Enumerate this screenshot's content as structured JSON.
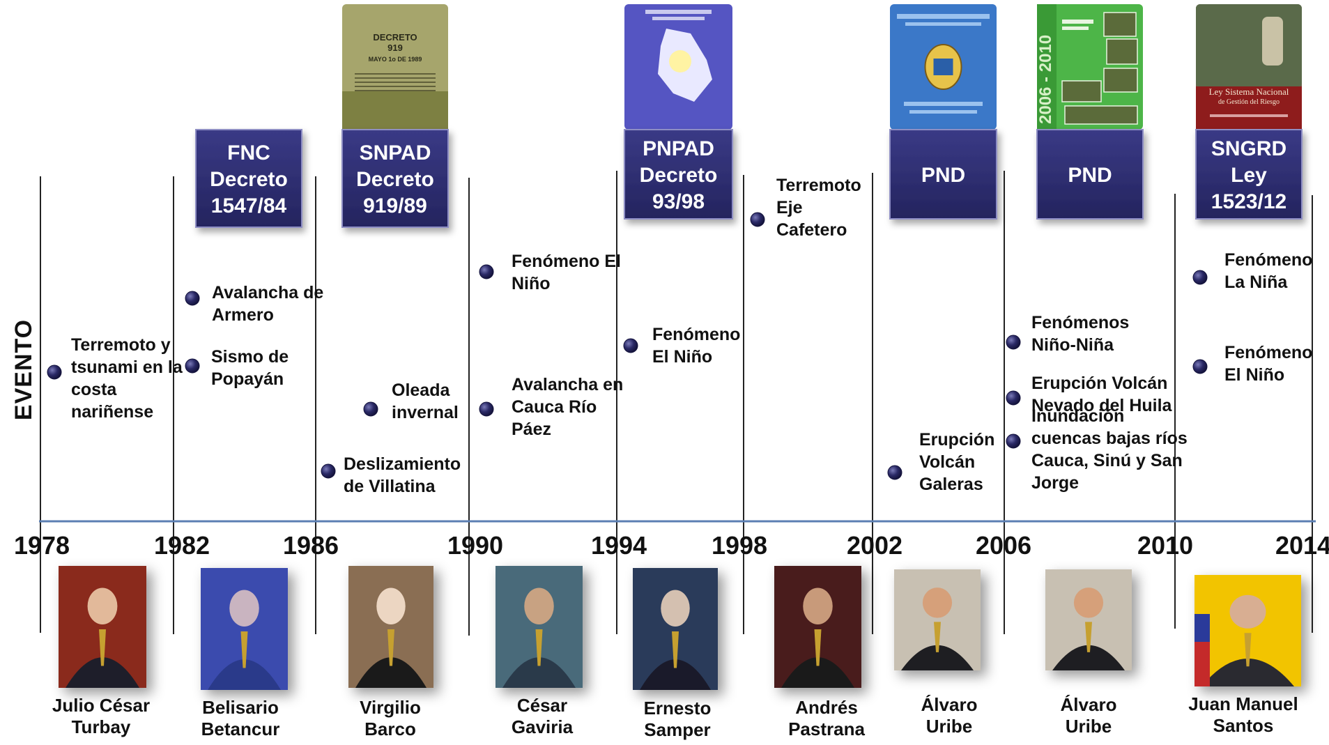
{
  "axis_label": "EVENTO",
  "years": [
    "1978",
    "1982",
    "1986",
    "1990",
    "1994",
    "1998",
    "2002",
    "2006",
    "2010",
    "2014"
  ],
  "colors": {
    "box": "#2b2b6e",
    "box_border": "#8e8ec4",
    "dot": "#26255e",
    "axis": "#5b7fb3",
    "divider": "#222222",
    "text": "#111111"
  },
  "policies": [
    {
      "lines": [
        "FNC",
        "Decreto",
        "1547/84"
      ],
      "cover": null
    },
    {
      "lines": [
        "SNPAD",
        "Decreto",
        "919/89"
      ],
      "cover": {
        "style": "decree",
        "title": [
          "DECRETO",
          "919",
          "MAYO 1o DE 1989"
        ]
      }
    },
    {
      "lines": [
        "PNPAD",
        "Decreto",
        "93/98"
      ],
      "cover": {
        "style": "plan-map"
      }
    },
    {
      "lines": [
        "PND"
      ],
      "cover": {
        "style": "plan-emblem"
      }
    },
    {
      "lines": [
        "PND"
      ],
      "cover": {
        "style": "plan-green",
        "title": [
          "2006 - 2010"
        ]
      }
    },
    {
      "lines": [
        "SNGRD",
        "Ley",
        "1523/12"
      ],
      "cover": {
        "style": "law",
        "title": [
          "Ley Sistema Nacional",
          "de Gestión del Riesgo"
        ]
      }
    }
  ],
  "events": [
    {
      "lines": [
        "Terremoto y",
        "tsunami en la",
        "costa",
        "nariñense"
      ]
    },
    {
      "lines": [
        "Avalancha de",
        "Armero"
      ]
    },
    {
      "lines": [
        "Sismo de",
        "Popayán"
      ]
    },
    {
      "lines": [
        "Oleada",
        "invernal"
      ]
    },
    {
      "lines": [
        "Deslizamiento",
        "de Villatina"
      ]
    },
    {
      "lines": [
        "Fenómeno El",
        "Niño"
      ]
    },
    {
      "lines": [
        "Avalancha en",
        "Cauca Río",
        "Páez"
      ]
    },
    {
      "lines": [
        "Fenómeno",
        "El Niño"
      ]
    },
    {
      "lines": [
        "Terremoto",
        "Eje",
        "Cafetero"
      ]
    },
    {
      "lines": [
        "Erupción",
        "Volcán",
        "Galeras"
      ]
    },
    {
      "lines": [
        "Fenómenos",
        "Niño-Niña"
      ]
    },
    {
      "lines": [
        "Erupción Volcán",
        "Nevado del Huila"
      ]
    },
    {
      "lines": [
        "Inundación",
        "cuencas bajas ríos",
        "Cauca, Sinú y San",
        "Jorge"
      ]
    },
    {
      "lines": [
        "Fenómeno",
        "La Niña"
      ]
    },
    {
      "lines": [
        "Fenómeno",
        "El Niño"
      ]
    }
  ],
  "presidents": [
    {
      "name": [
        "Julio César",
        "Turbay"
      ]
    },
    {
      "name": [
        "Belisario",
        "Betancur"
      ]
    },
    {
      "name": [
        "Virgilio",
        "Barco"
      ]
    },
    {
      "name": [
        "César",
        "Gaviria"
      ]
    },
    {
      "name": [
        "Ernesto",
        "Samper"
      ]
    },
    {
      "name": [
        "Andrés",
        "Pastrana"
      ]
    },
    {
      "name": [
        "Álvaro",
        "Uribe"
      ]
    },
    {
      "name": [
        "Álvaro",
        "Uribe"
      ]
    },
    {
      "name": [
        "Juan Manuel",
        "Santos"
      ]
    }
  ]
}
